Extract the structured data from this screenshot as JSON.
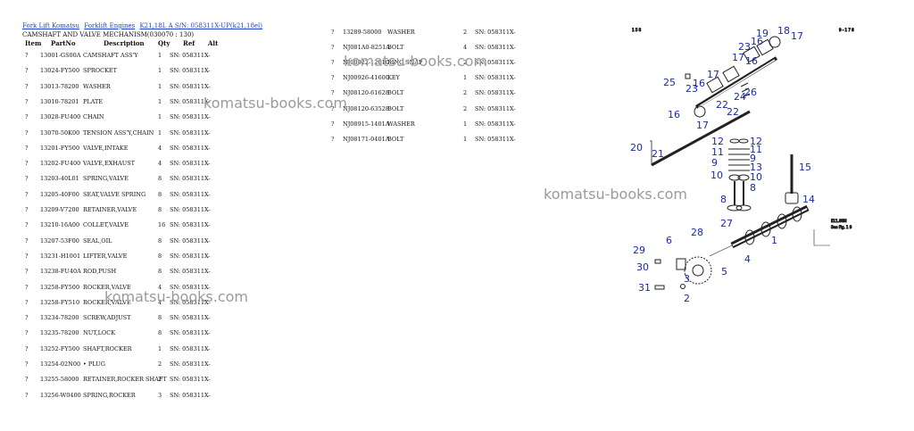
{
  "breadcrumb": [
    "Fork Lift Komatsu",
    "Forklift Engines",
    "K21,18L A S/N: 058311X-UP(k21,18el)"
  ],
  "page_title": "CAMSHAFT AND VALVE MECHANISM(030070 : 130)",
  "columns": {
    "item": "Item",
    "part_no": "PartNo",
    "description": "Description",
    "qty": "Qty",
    "ref": "Ref",
    "alt": "Alt"
  },
  "parts_left": [
    {
      "item": "?",
      "part_no": "13001-GS00A",
      "description": "CAMSHAFT ASS'Y",
      "qty": "1",
      "ref": "SN: 058311X-"
    },
    {
      "item": "?",
      "part_no": "13024-FY500",
      "description": "SPROCKET",
      "qty": "1",
      "ref": "SN: 058311X-"
    },
    {
      "item": "?",
      "part_no": "13013-78200",
      "description": "WASHER",
      "qty": "1",
      "ref": "SN: 058311X-"
    },
    {
      "item": "?",
      "part_no": "13010-78201",
      "description": "PLATE",
      "qty": "1",
      "ref": "SN: 058311X-"
    },
    {
      "item": "?",
      "part_no": "13028-FU400",
      "description": "CHAIN",
      "qty": "1",
      "ref": "SN: 058311X-"
    },
    {
      "item": "?",
      "part_no": "13070-50K00",
      "description": "TENSION ASS'Y,CHAIN",
      "qty": "1",
      "ref": "SN: 058311X-"
    },
    {
      "item": "?",
      "part_no": "13201-FY500",
      "description": "VALVE,INTAKE",
      "qty": "4",
      "ref": "SN: 058311X-"
    },
    {
      "item": "?",
      "part_no": "13202-FU400",
      "description": "VALVE,EXHAUST",
      "qty": "4",
      "ref": "SN: 058311X-"
    },
    {
      "item": "?",
      "part_no": "13203-40L01",
      "description": "SPRING,VALVE",
      "qty": "8",
      "ref": "SN: 058311X-"
    },
    {
      "item": "?",
      "part_no": "13205-40F00",
      "description": "SEAT,VALVE SPRING",
      "qty": "8",
      "ref": "SN: 058311X-"
    },
    {
      "item": "?",
      "part_no": "13209-V7200",
      "description": "RETAINER,VALVE",
      "qty": "8",
      "ref": "SN: 058311X-"
    },
    {
      "item": "?",
      "part_no": "13210-16A00",
      "description": "COLLET,VALVE",
      "qty": "16",
      "ref": "SN: 058311X-"
    },
    {
      "item": "?",
      "part_no": "13207-53F00",
      "description": "SEAL,OIL",
      "qty": "8",
      "ref": "SN: 058311X-"
    },
    {
      "item": "?",
      "part_no": "13231-H1001",
      "description": "LIFTER,VALVE",
      "qty": "8",
      "ref": "SN: 058311X-"
    },
    {
      "item": "?",
      "part_no": "13238-FU40A",
      "description": "ROD,PUSH",
      "qty": "8",
      "ref": "SN: 058311X-"
    },
    {
      "item": "?",
      "part_no": "13258-FY500",
      "description": "ROCKER,VALVE",
      "qty": "4",
      "ref": "SN: 058311X-"
    },
    {
      "item": "?",
      "part_no": "13258-FY510",
      "description": "ROCKER,VALVE",
      "qty": "4",
      "ref": "SN: 058311X-"
    },
    {
      "item": "?",
      "part_no": "13234-78200",
      "description": "SCREW,ADJUST",
      "qty": "8",
      "ref": "SN: 058311X-"
    },
    {
      "item": "?",
      "part_no": "13235-78200",
      "description": "NUT,LOCK",
      "qty": "8",
      "ref": "SN: 058311X-"
    },
    {
      "item": "?",
      "part_no": "13252-FY500",
      "description": "SHAFT,ROCKER",
      "qty": "1",
      "ref": "SN: 058311X-"
    },
    {
      "item": "?",
      "part_no": "13254-02N00",
      "description": "• PLUG",
      "qty": "2",
      "ref": "SN: 058311X-"
    },
    {
      "item": "?",
      "part_no": "13255-58000",
      "description": "RETAINER,ROCKER SHAFT",
      "qty": "2",
      "ref": "SN: 058311X-"
    },
    {
      "item": "?",
      "part_no": "13256-W0400",
      "description": "SPRING,ROCKER",
      "qty": "3",
      "ref": "SN: 058311X-"
    }
  ],
  "parts_right": [
    {
      "item": "?",
      "part_no": "13289-58000",
      "description": "WASHER",
      "qty": "2",
      "ref": "SN: 058311X-"
    },
    {
      "item": "?",
      "part_no": "NJ081A0-8251A",
      "description": "BOLT",
      "qty": "4",
      "ref": "SN: 058311X-"
    },
    {
      "item": "?",
      "part_no": "NJ00922-12010",
      "description": "RING,SNAP",
      "qty": "2",
      "ref": "SN: 058311X-"
    },
    {
      "item": "?",
      "part_no": "NJ00926-41600",
      "description": "KEY",
      "qty": "1",
      "ref": "SN: 058311X-"
    },
    {
      "item": "?",
      "part_no": "NJ08120-61628",
      "description": "BOLT",
      "qty": "2",
      "ref": "SN: 058311X-"
    },
    {
      "item": "?",
      "part_no": "NJ08120-63528",
      "description": "BOLT",
      "qty": "2",
      "ref": "SN: 058311X-"
    },
    {
      "item": "?",
      "part_no": "NJ08915-1401A",
      "description": "WASHER",
      "qty": "1",
      "ref": "SN: 058311X-"
    },
    {
      "item": "?",
      "part_no": "NJ08171-0401A",
      "description": "BOLT",
      "qty": "1",
      "ref": "SN: 058311X-"
    }
  ],
  "watermarks": [
    "komatsu-books.com",
    "komatsu-books.com",
    "komatsu-books.com",
    "komatsu-books.com"
  ],
  "diagram": {
    "top_marks": [
      "1 5 8",
      "9 - 1 7 8"
    ],
    "side_note": [
      "E11.66M",
      "See Fig. 1 9"
    ],
    "callouts": [
      "19",
      "16",
      "18",
      "17",
      "23",
      "16",
      "17",
      "25",
      "23",
      "16",
      "22",
      "26",
      "24",
      "17",
      "16",
      "17",
      "22",
      "12",
      "11",
      "9",
      "13",
      "10",
      "8",
      "12",
      "11",
      "9",
      "10",
      "8",
      "20",
      "21",
      "15",
      "14",
      "1",
      "27",
      "28",
      "6",
      "29",
      "30",
      "31",
      "3",
      "2",
      "4",
      "5"
    ],
    "colors": {
      "callout": "#1a2aa8",
      "link": "#1a3fcc",
      "watermark": "#9a9a9a"
    }
  }
}
